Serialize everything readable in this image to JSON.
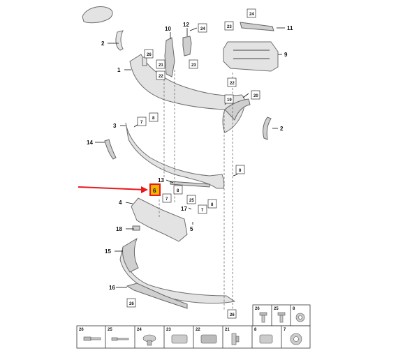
{
  "callouts": {
    "c1": "1",
    "c2a": "2",
    "c2b": "2",
    "c3": "3",
    "c4": "4",
    "c5": "5",
    "c9": "9",
    "c10": "10",
    "c11": "11",
    "c12": "12",
    "c13": "13",
    "c14": "14",
    "c15": "15",
    "c16": "16",
    "c17": "17",
    "c18": "18"
  },
  "boxes": {
    "b6": "6",
    "b7a": "7",
    "b7b": "7",
    "b7c": "7",
    "b8a": "8",
    "b8b": "8",
    "b8c": "8",
    "b19": "19",
    "b20": "20",
    "b21": "21",
    "b22a": "22",
    "b22b": "22",
    "b23a": "23",
    "b23b": "23",
    "b24a": "24",
    "b24b": "24",
    "b25": "25",
    "b26a": "26",
    "b26b": "26",
    "b26c": "26"
  },
  "legend_top": [
    "26",
    "25",
    "8"
  ],
  "legend_bottom": [
    "26",
    "25",
    "24",
    "23",
    "22",
    "21",
    "8",
    "7"
  ],
  "highlight_color": "#e8191b",
  "part_color": "#e3e3e3"
}
